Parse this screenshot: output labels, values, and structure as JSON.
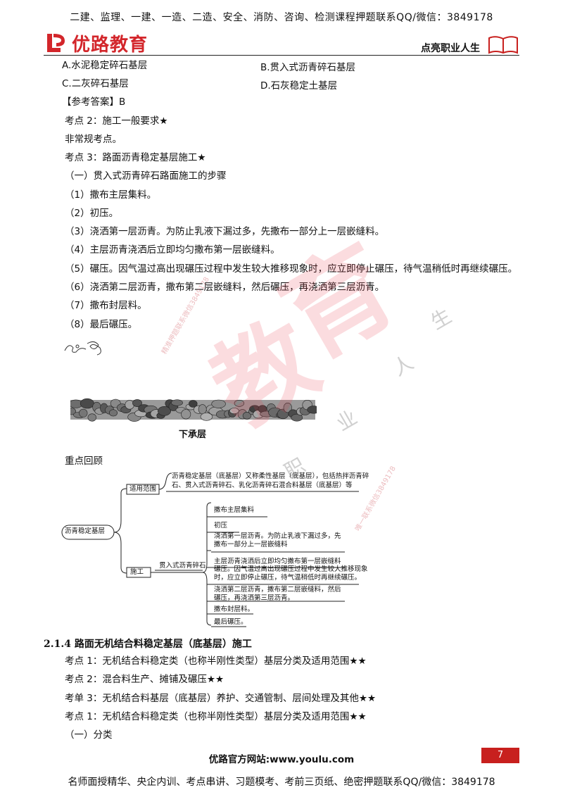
{
  "banner_top": "二建、监理、一建、一造、二造、安全、消防、咨询、检测课程押题联系QQ/微信：3849178",
  "logo_text": "优路教育",
  "slogan": "点亮职业人生",
  "options": {
    "a": "A.水泥稳定碎石基层",
    "b": "B.贯入式沥青碎石基层",
    "c": "C.二灰碎石基层",
    "d": "D.石灰稳定土基层"
  },
  "answer": "【参考答案】B",
  "kp2": "考点 2：施工一般要求★",
  "kp2_note": "非常规考点。",
  "kp3": "考点 3：路面沥青稳定基层施工★",
  "sub1": "（一）贯入式沥青碎石路面施工的步骤",
  "steps": [
    "（1）撒布主层集料。",
    "（2）初压。",
    "（3）浇洒第一层沥青。为防止乳液下漏过多，先撒布一部分上一层嵌缝料。",
    "（4）主层沥青浇洒后立即均匀撒布第一层嵌缝料。",
    "（5）碾压。因气温过高出现碾压过程中发生较大推移现象时，应立即停止碾压，待气温稍低时再继续碾压。",
    "（6）浇洒第二层沥青，撒布第二层嵌缝料，然后碾压，再浇洒第三层沥青。",
    "（7）撒布封层料。",
    "（8）最后碾压。"
  ],
  "figure_caption": "下承层",
  "review_title": "重点回顾",
  "mindmap": {
    "root": "沥青稳定基层",
    "branch_scope": "适用范围",
    "scope_text_1": "沥青稳定基层（底基层）又称柔性基层（底基层），包括热拌沥青碎",
    "scope_text_2": "石、贯入式沥青碎石、乳化沥青碎石混合料基层（底基层）等",
    "branch_construction": "施工",
    "sub_branch": "贯入式沥青碎石",
    "leaves": [
      [
        "撒布主层集料"
      ],
      [
        "初压"
      ],
      [
        "浇洒第一层沥青。为防止乳液下漏过多，先",
        "撒布一部分上一层嵌缝料"
      ],
      [
        "主层沥青浇洒后立即均匀撒布第一层嵌缝料"
      ],
      [
        "碾压。因气温过高出现碾压过程中发生较大推移现象",
        "时，应立即停止碾压，待气温稍低时再继续碾压。"
      ],
      [
        "浇洒第二层沥青，撒布第二层嵌缝料，然后",
        "碾压，再浇洒第三层沥青。"
      ],
      [
        "撒布封层料。"
      ],
      [
        "最后碾压。"
      ]
    ]
  },
  "section_title": "2.1.4 路面无机结合料稳定基层（底基层）施工",
  "kp_list": [
    "考点 1：无机结合料稳定类（也称半刚性类型）基层分类及适用范围★★",
    "考点 2：混合料生产、摊铺及碾压★★",
    "考单 3：无机结合料基层（底基层）养护、交通管制、层间处理及其他★★",
    "考点 1：无机结合料稳定类（也称半刚性类型）基层分类及适用范围★★",
    "（一）分类"
  ],
  "footer_site": "优路官方网站:www.youlu.com",
  "page_number": "7",
  "banner_bottom": "名师面授精华、央企内训、考点串讲、习题模考、考前三页纸、绝密押题联系QQ/微信：3849178",
  "watermark": {
    "big_1": "教",
    "big_2": "育",
    "grey_chars": [
      "人",
      "生",
      "业",
      "职"
    ],
    "small_1": "精准押题联系微信3849178",
    "small_2": "唯一联系微信3849178"
  },
  "colors": {
    "brand_red": "#d3262b",
    "page_badge": "#c8201e"
  }
}
